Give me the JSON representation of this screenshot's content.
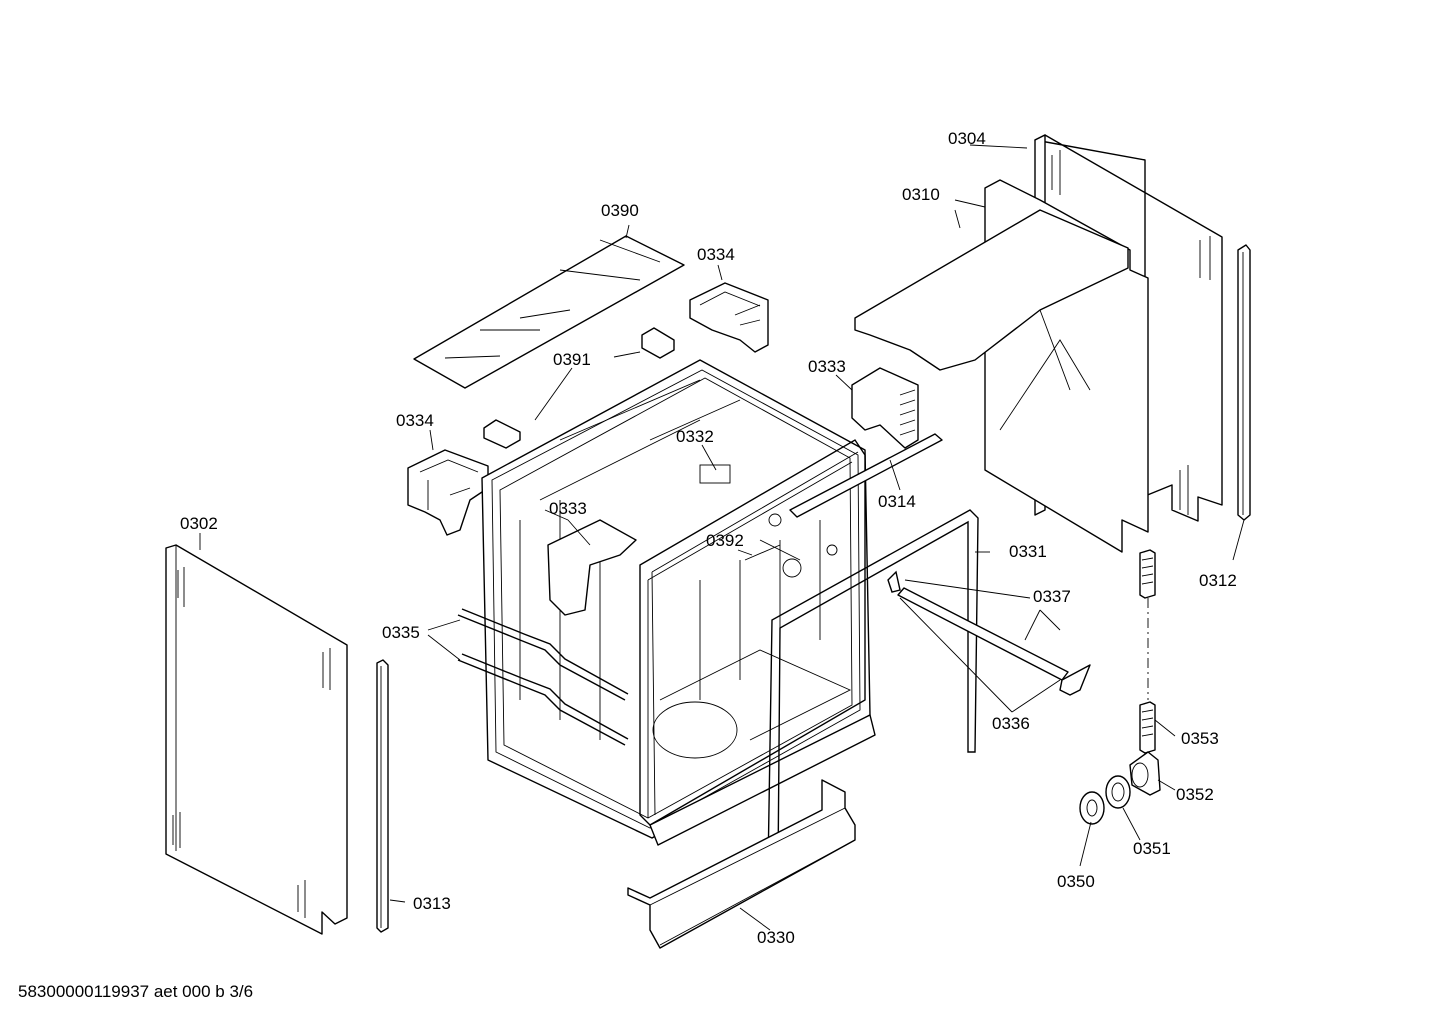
{
  "diagram": {
    "part_numbers": {
      "p0302": "0302",
      "p0304": "0304",
      "p0310": "0310",
      "p0312": "0312",
      "p0313": "0313",
      "p0314": "0314",
      "p0330": "0330",
      "p0331": "0331",
      "p0332": "0332",
      "p0333_top": "0333",
      "p0333_mid": "0333",
      "p0334_top": "0334",
      "p0334_left": "0334",
      "p0335": "0335",
      "p0336": "0336",
      "p0337": "0337",
      "p0350": "0350",
      "p0351": "0351",
      "p0352": "0352",
      "p0353": "0353",
      "p0390": "0390",
      "p0391": "0391",
      "p0392": "0392"
    },
    "footer": "58300000119937 aet 000 b 3/6"
  }
}
